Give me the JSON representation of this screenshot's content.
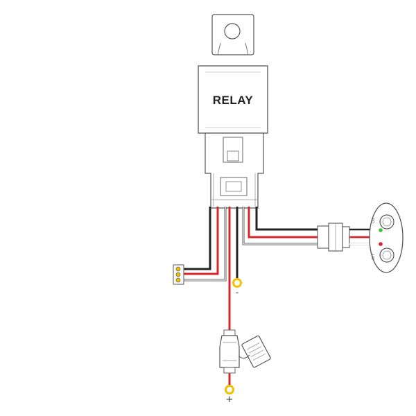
{
  "relay": {
    "label": "RELAY"
  },
  "terminals": {
    "negative_symbol": "-",
    "positive_symbol": "+"
  },
  "switch": {
    "top_mark": "ON",
    "bottom_mark": "OFF"
  },
  "colors": {
    "wire_red": "#d8232a",
    "wire_black": "#222222",
    "terminal_yellow": "#f2c200",
    "indicator_green": "#3cc23c",
    "indicator_red": "#d8232a",
    "outline": "#555555"
  }
}
